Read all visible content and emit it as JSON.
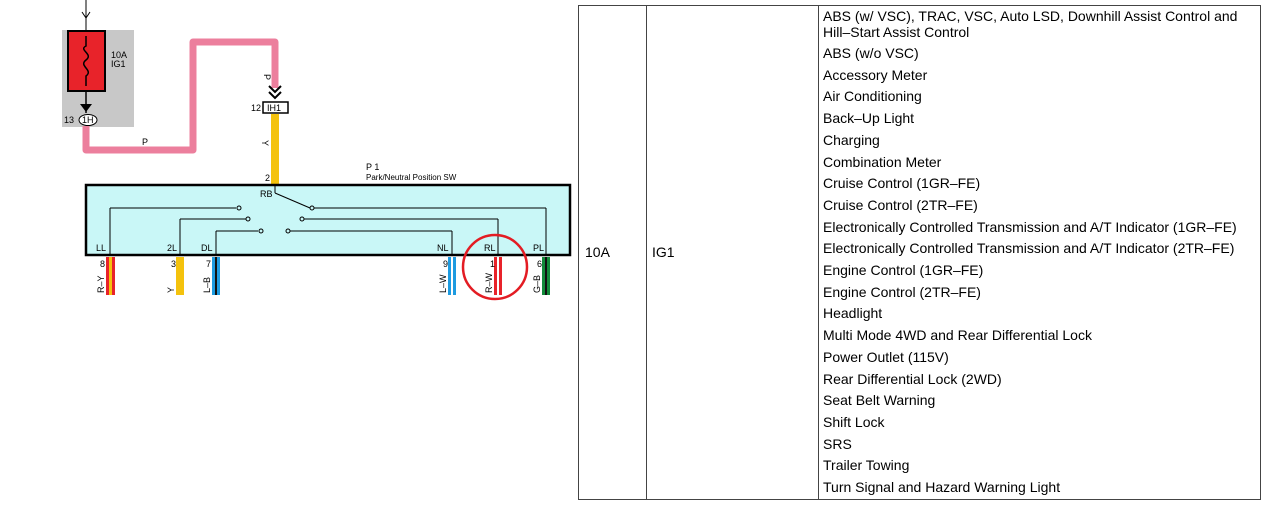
{
  "diagram": {
    "fuse": {
      "rating": "10A",
      "name": "IG1"
    },
    "connectors": {
      "upper_pin": "13",
      "upper_id": "1H",
      "lower_pin": "12",
      "lower_id": "IH1"
    },
    "wires": {
      "pink_upper": "P",
      "pink_lower": "P",
      "yellow": "Y"
    },
    "switch": {
      "ref": "P 1",
      "title": "Park/Neutral Position SW",
      "input_pin": "2",
      "input_terminal": "RB",
      "terminals": [
        {
          "label": "LL",
          "pin": "8",
          "wire": "R–Y"
        },
        {
          "label": "2L",
          "pin": "3",
          "wire": "Y"
        },
        {
          "label": "DL",
          "pin": "7",
          "wire": "L–B"
        },
        {
          "label": "NL",
          "pin": "9",
          "wire": "L–W"
        },
        {
          "label": "RL",
          "pin": "1",
          "wire": "R–W"
        },
        {
          "label": "PL",
          "pin": "6",
          "wire": "G–B"
        }
      ]
    },
    "colors": {
      "pink_wire": "#ec7f9d",
      "yellow_wire": "#f4c20d",
      "switch_fill": "#c9f7f7",
      "fuse_red": "#e8232a",
      "highlight_circle": "#e31c23",
      "fuse_panel": "#c8c8c8"
    }
  },
  "table": {
    "amperage": "10A",
    "fuse_name": "IG1",
    "systems": [
      "ABS (w/ VSC), TRAC, VSC, Auto LSD, Downhill Assist Control and Hill–Start Assist Control",
      "ABS (w/o VSC)",
      "Accessory Meter",
      "Air Conditioning",
      "Back–Up Light",
      "Charging",
      "Combination Meter",
      "Cruise Control (1GR–FE)",
      "Cruise Control (2TR–FE)",
      "Electronically Controlled Transmission and A/T Indicator (1GR–FE)",
      "Electronically Controlled Transmission and A/T Indicator (2TR–FE)",
      "Engine Control (1GR–FE)",
      "Engine Control (2TR–FE)",
      "Headlight",
      "Multi Mode 4WD and Rear Differential Lock",
      "Power Outlet (115V)",
      "Rear Differential Lock (2WD)",
      "Seat Belt Warning",
      "Shift Lock",
      "SRS",
      "Trailer Towing",
      "Turn Signal and Hazard Warning Light"
    ]
  }
}
